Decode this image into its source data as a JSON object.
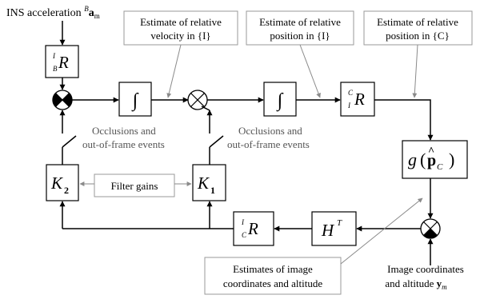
{
  "input": {
    "label": "INS acceleration ",
    "superscript": "B",
    "symbol": "a",
    "subscript": "m"
  },
  "blocks": {
    "rot_B_to_I": {
      "pre_sup": "I",
      "pre_sub": "B",
      "symbol": "R"
    },
    "integrator_1": {
      "symbol": "∫"
    },
    "integrator_2": {
      "symbol": "∫"
    },
    "rot_I_to_C": {
      "pre_sup": "C",
      "pre_sub": "I",
      "symbol": "R"
    },
    "meas_fn": {
      "g": "g",
      "open": "(",
      "p": "p",
      "hat": "^",
      "sub": "C",
      "close": ")"
    },
    "gain_2": {
      "symbol": "K",
      "sub": "2"
    },
    "gain_1": {
      "symbol": "K",
      "sub": "1"
    },
    "rot_C_to_I": {
      "pre_sup": "I",
      "pre_sub": "C",
      "symbol": "R"
    },
    "h_transpose": {
      "symbol": "H",
      "sup": "T"
    }
  },
  "callouts": {
    "rel_velocity": {
      "line1": "Estimate of relative",
      "line2": "velocity in {I}"
    },
    "rel_position_I": {
      "line1": "Estimate of relative",
      "line2": "position in {I}"
    },
    "rel_position_C": {
      "line1": "Estimate of relative",
      "line2": "position in {C}"
    },
    "filter_gains": {
      "text": "Filter gains"
    },
    "image_estimates": {
      "line1": "Estimates of image",
      "line2": "coordinates and altitude"
    }
  },
  "switch_labels": {
    "left": {
      "line1": "Occlusions and",
      "line2": "out-of-frame events"
    },
    "right": {
      "line1": "Occlusions and",
      "line2": "out-of-frame events"
    }
  },
  "measurement": {
    "line1": "Image coordinates",
    "line2": "and altitude ",
    "symbol": "y",
    "sub": "m"
  }
}
